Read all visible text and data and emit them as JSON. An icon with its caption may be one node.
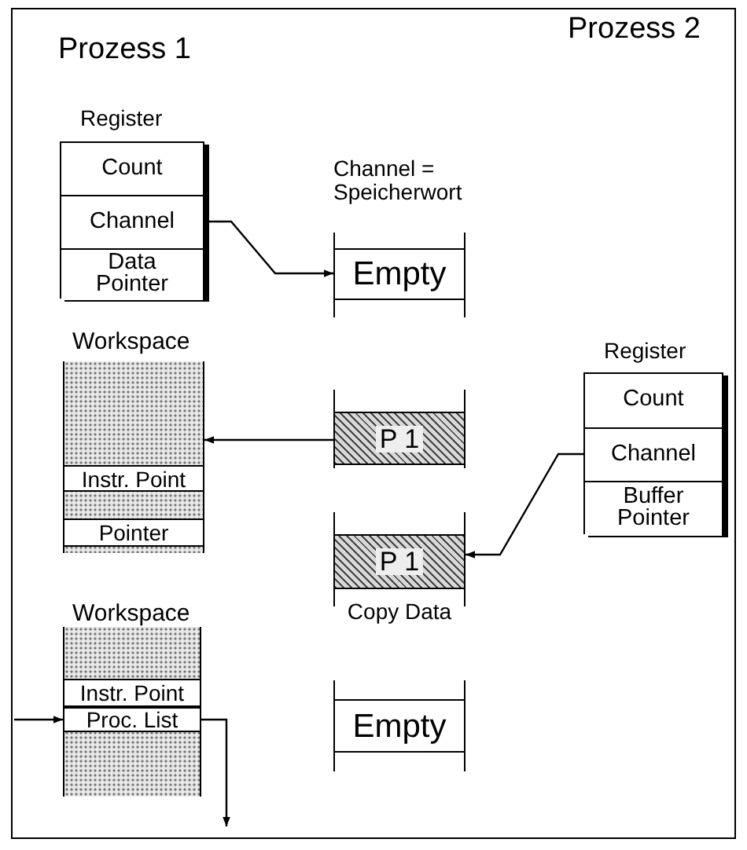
{
  "diagram": {
    "nodes": [
      {
        "text": [
          "Register"
        ]
      },
      {
        "text": [
          "Count"
        ],
        "in": 0
      },
      {
        "text": [
          "Channel"
        ],
        "in": 0
      },
      {
        "text": [
          "Data Pointer"
        ],
        "in": 0
      },
      {
        "text": [
          "Empty"
        ],
        "beside": [
          "Channel = Speicherwort"
        ]
      },
      {
        "text": [
          "Workspace"
        ]
      },
      {
        "text": [
          "Instr. Point"
        ],
        "in": 5
      },
      {
        "text": [
          "Pointer"
        ],
        "in": 5
      },
      {
        "text": [
          "P 1"
        ]
      },
      {
        "text": [
          "Register"
        ]
      },
      {
        "text": [
          "Count"
        ],
        "in": 9
      },
      {
        "text": [
          "Channel"
        ],
        "in": 9
      },
      {
        "text": [
          "Buffer Pointer"
        ],
        "in": 9
      },
      {
        "text": [
          "P 1"
        ],
        "beside": [
          "Copy Data"
        ]
      },
      {
        "text": [
          "Workspace"
        ]
      },
      {
        "text": [
          "Instr. Point"
        ],
        "in": 14
      },
      {
        "text": [
          "Proc. List"
        ],
        "in": 14
      },
      {
        "text": [
          "Empty"
        ]
      }
    ],
    "edges": [
      {
        "from": 2,
        "to": 4,
        "arrow": "to"
      },
      {
        "from": 8,
        "to": 5,
        "arrow": "to"
      },
      {
        "from": 11,
        "to": 13,
        "arrow": "to"
      },
      {
        "from": null,
        "to": 16,
        "arrow": "to"
      },
      {
        "from": 16,
        "to": null,
        "arrow": "to"
      }
    ],
    "labels": [
      "Prozess 1",
      "Prozess 2"
    ]
  }
}
